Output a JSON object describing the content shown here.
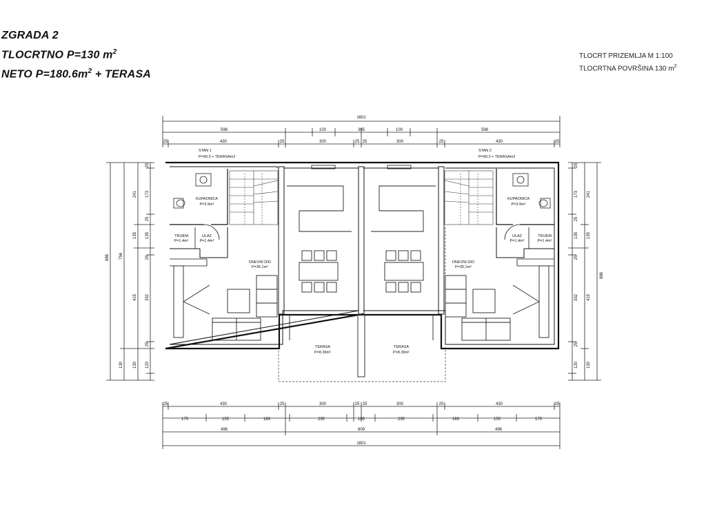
{
  "header": {
    "line1": "ZGRADA 2",
    "line2_prefix": "TLOCRTNO P=130 m",
    "line3_prefix": "NETO P=180.6m",
    "line3_suffix": " + TERASA",
    "sup": "2"
  },
  "scale_note": {
    "line1": "TLOCRT PRIZEMLJA  M 1:100",
    "line2_prefix": "TLOCRTNA POVRŠINA 130 m",
    "sup": "2"
  },
  "units": {
    "left_title": "STAN 1",
    "left_area": "P=90.3 + TERASAm2",
    "right_title": "STAN 2",
    "right_area": "P=90.3 + TERASAm2"
  },
  "rooms": {
    "kupaonica": "KUPAONICA",
    "kupaonica_area": "P=3.9m²",
    "trijem": "TRIJEM",
    "trijem_area": "P=1.4m²",
    "ulaz": "ULAZ",
    "ulaz_area": "P=1.4m²",
    "dnevni": "DNEVNI DIO",
    "dnevni_area": "P=35.1m²",
    "terasa": "TERASA",
    "terasa_area": "P=8.39m²"
  },
  "dimensions": {
    "top_total": "1601",
    "top_row2": [
      "598",
      "100",
      "305",
      "100",
      "598"
    ],
    "top_row3": [
      "430",
      "300",
      "300",
      "430"
    ],
    "top_small": [
      "25",
      "25",
      "25",
      "25",
      "25",
      "25"
    ],
    "bottom_row1": [
      "430",
      "300",
      "300",
      "430"
    ],
    "bottom_row2": [
      "175",
      "155",
      "183",
      "235",
      "105",
      "235",
      "183",
      "155",
      "175"
    ],
    "bottom_row3": [
      "496",
      "609",
      "496"
    ],
    "bottom_total": "1601",
    "bottom_small": [
      "25",
      "25",
      "25",
      "25",
      "25",
      "25"
    ],
    "left_outer": "886",
    "left_mid": "756",
    "left_bottom": "130",
    "left_inner": [
      "241",
      "173",
      "25",
      "135",
      "25",
      "415",
      "332",
      "130",
      "120",
      "25",
      "25",
      "25",
      "25"
    ],
    "right_outer": "886",
    "right_inner": [
      "241",
      "173",
      "25",
      "135",
      "25",
      "415",
      "332",
      "130",
      "120",
      "25",
      "25",
      "25",
      "25"
    ]
  }
}
